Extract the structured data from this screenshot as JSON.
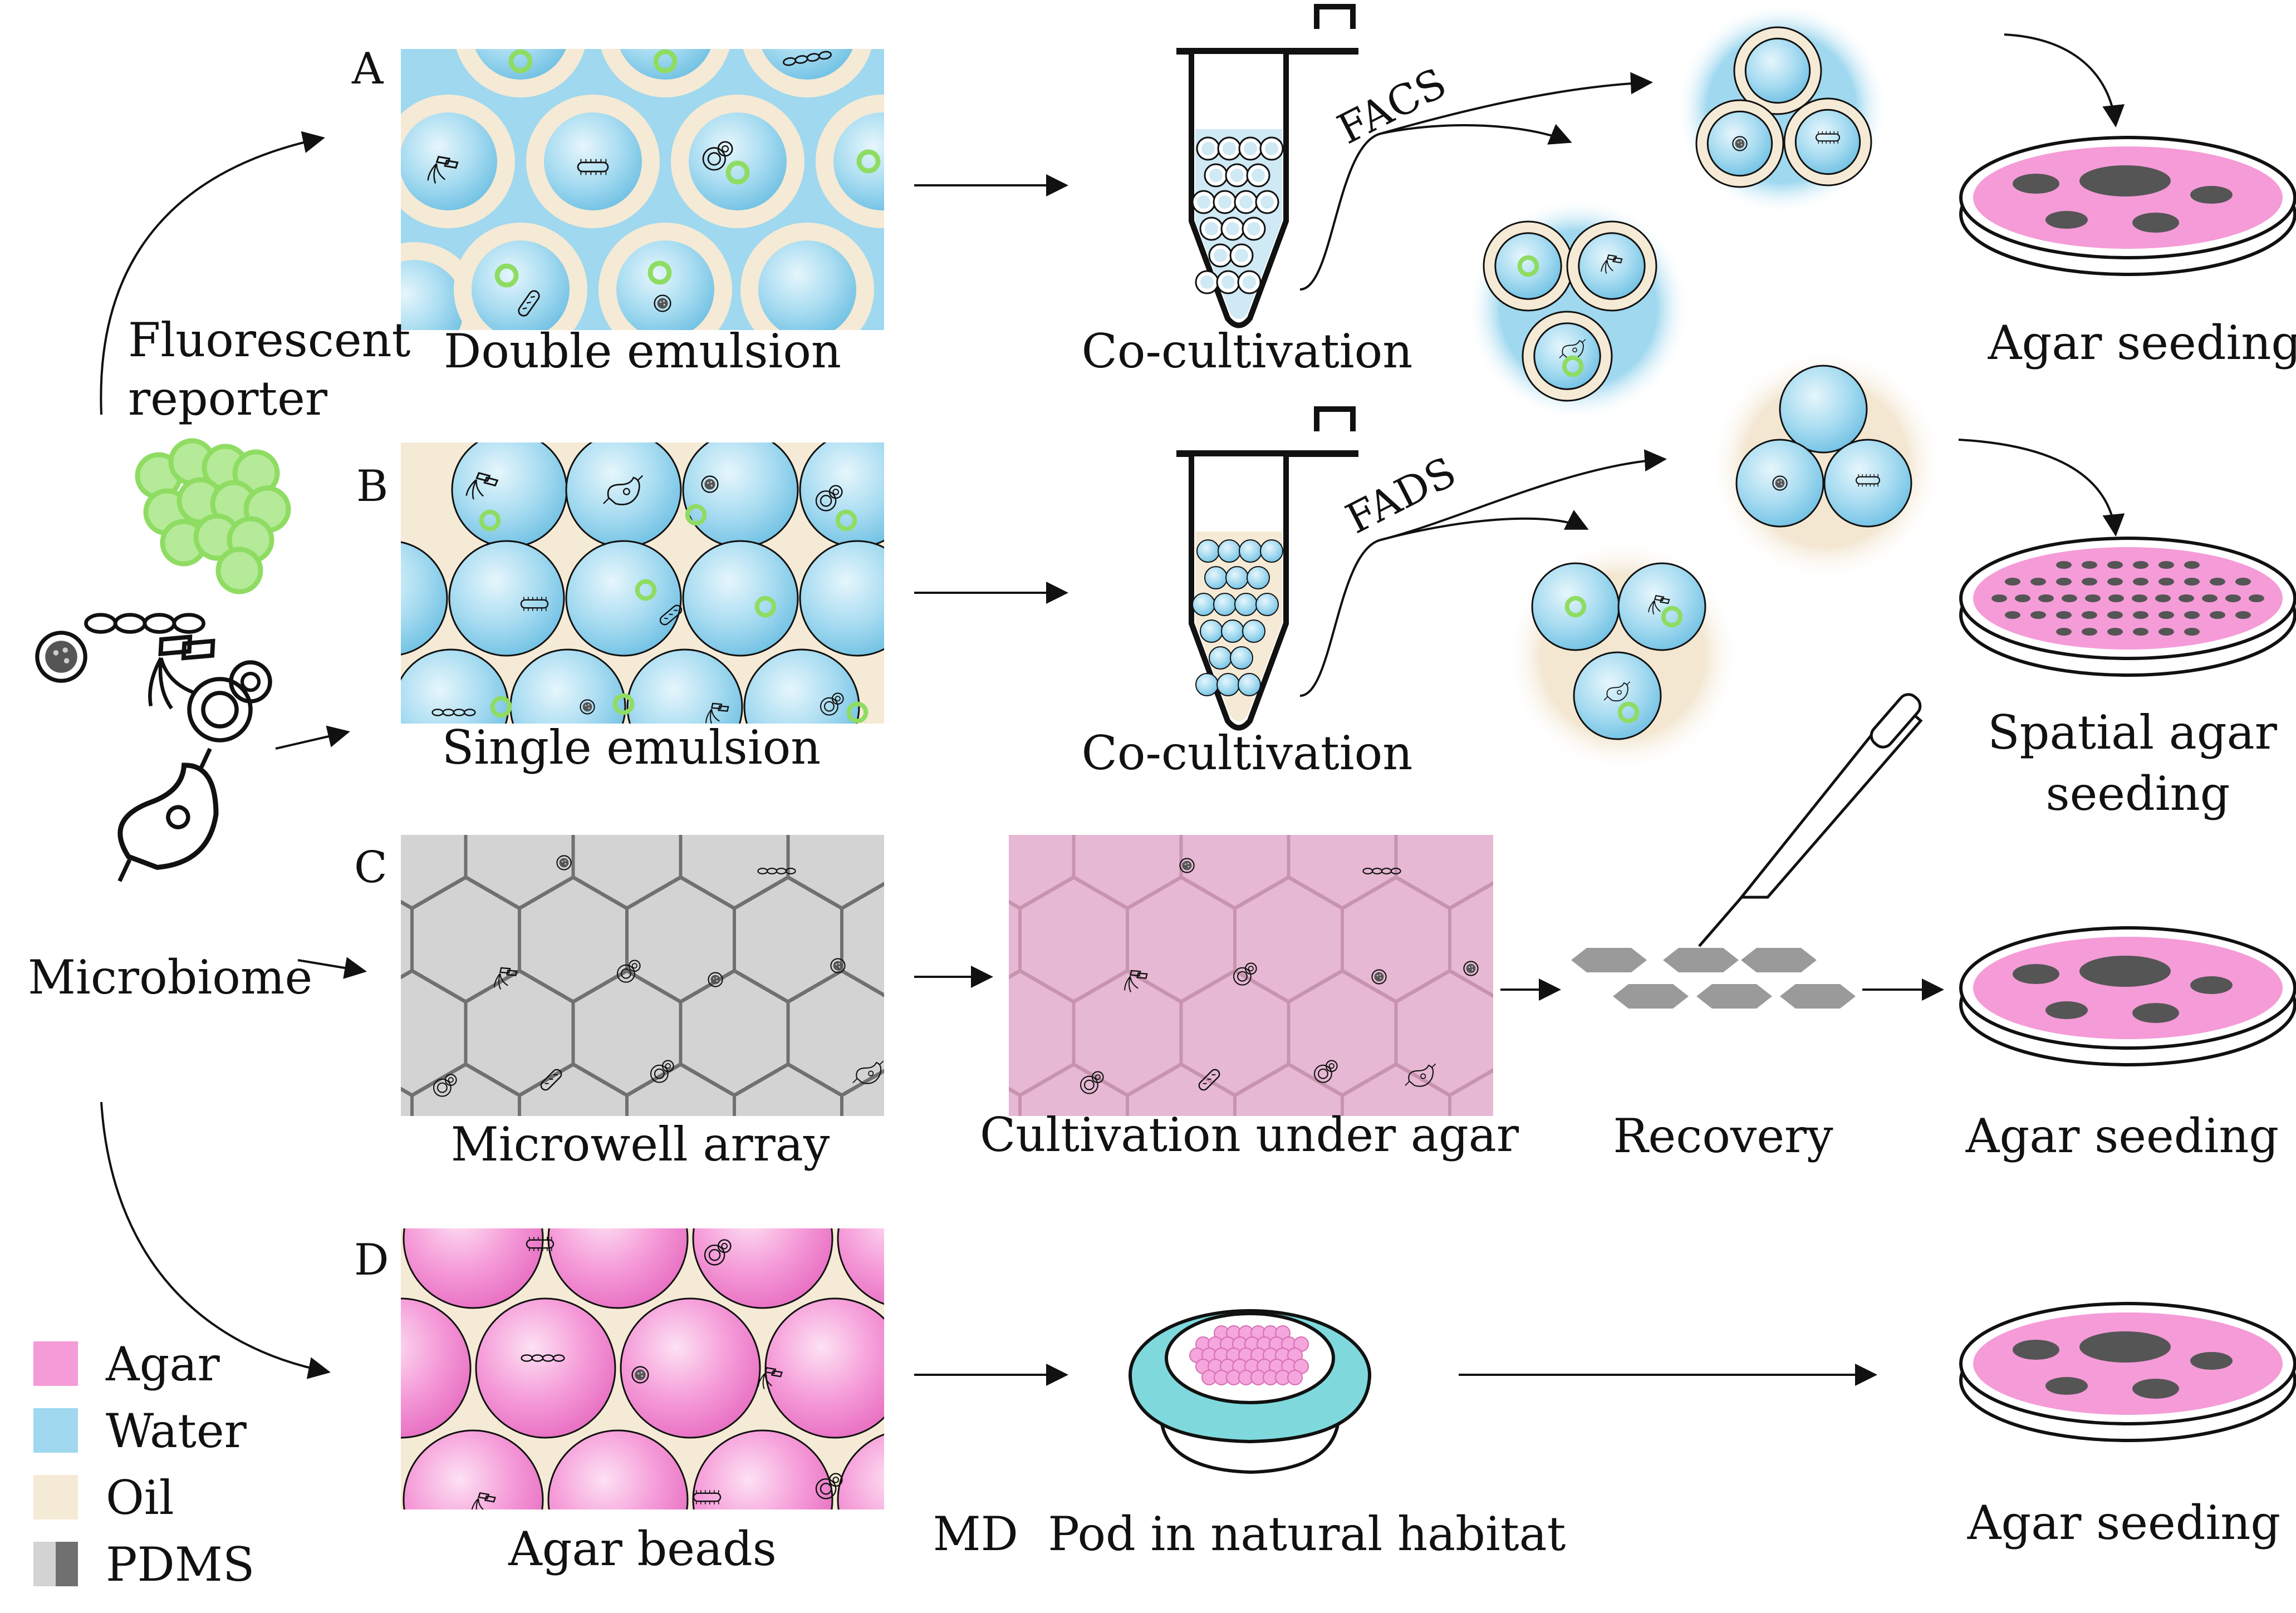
{
  "panels": {
    "a": {
      "letter": "A",
      "label": "Double emulsion"
    },
    "b": {
      "letter": "B",
      "label": "Single emulsion"
    },
    "c": {
      "letter": "C",
      "label": "Microwell array"
    },
    "d": {
      "letter": "D",
      "label": "Agar beads"
    }
  },
  "left": {
    "reporter_line1": "Fluorescent",
    "reporter_line2": "reporter",
    "microbiome": "Microbiome"
  },
  "steps": {
    "a_cultivation": "Co-cultivation",
    "b_cultivation": "Co-cultivation",
    "a_sort": "FACS",
    "b_sort": "FADS",
    "c_cultivation": "Cultivation under agar",
    "c_recovery": "Recovery",
    "d_pod": "MD  Pod in natural habitat"
  },
  "outcomes": {
    "a": "Agar seeding",
    "b_line1": "Spatial agar",
    "b_line2": "seeding",
    "c": "Agar seeding",
    "d": "Agar seeding"
  },
  "legend": [
    {
      "label": "Agar",
      "color": "#f59bd8"
    },
    {
      "label": "Water",
      "color": "#9fd8ef"
    },
    {
      "label": "Oil",
      "color": "#f5ead5"
    },
    {
      "label": "PDMS",
      "color": "#9a9a9a"
    }
  ],
  "colors": {
    "water": "#9fd8ef",
    "oil": "#f5ead5",
    "agar": "#f59bd8",
    "pdms_dark": "#707070",
    "pdms_light": "#d3d3d3",
    "reporter": "#9ee27a",
    "agar_overlay": "#c893af",
    "pod_teal": "#7fd9dc",
    "colony": "#555555"
  }
}
